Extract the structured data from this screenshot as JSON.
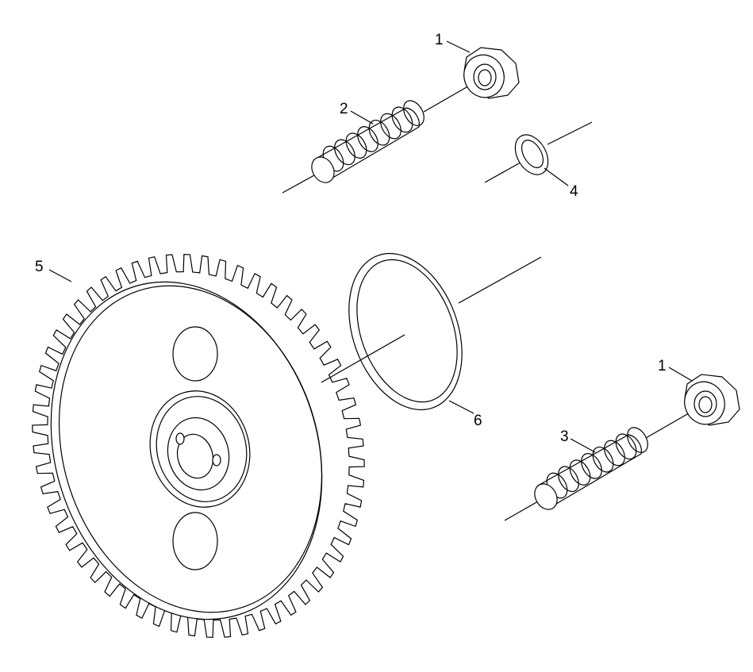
{
  "callouts": [
    {
      "id": "nut_top",
      "text": "1"
    },
    {
      "id": "stud_top",
      "text": "2"
    },
    {
      "id": "stud_bottom",
      "text": "3"
    },
    {
      "id": "washer",
      "text": "4"
    },
    {
      "id": "gear",
      "text": "5"
    },
    {
      "id": "oring",
      "text": "6"
    },
    {
      "id": "nut_bottom",
      "text": "1"
    }
  ],
  "colors": {
    "line": "#000000",
    "background": "#ffffff"
  }
}
